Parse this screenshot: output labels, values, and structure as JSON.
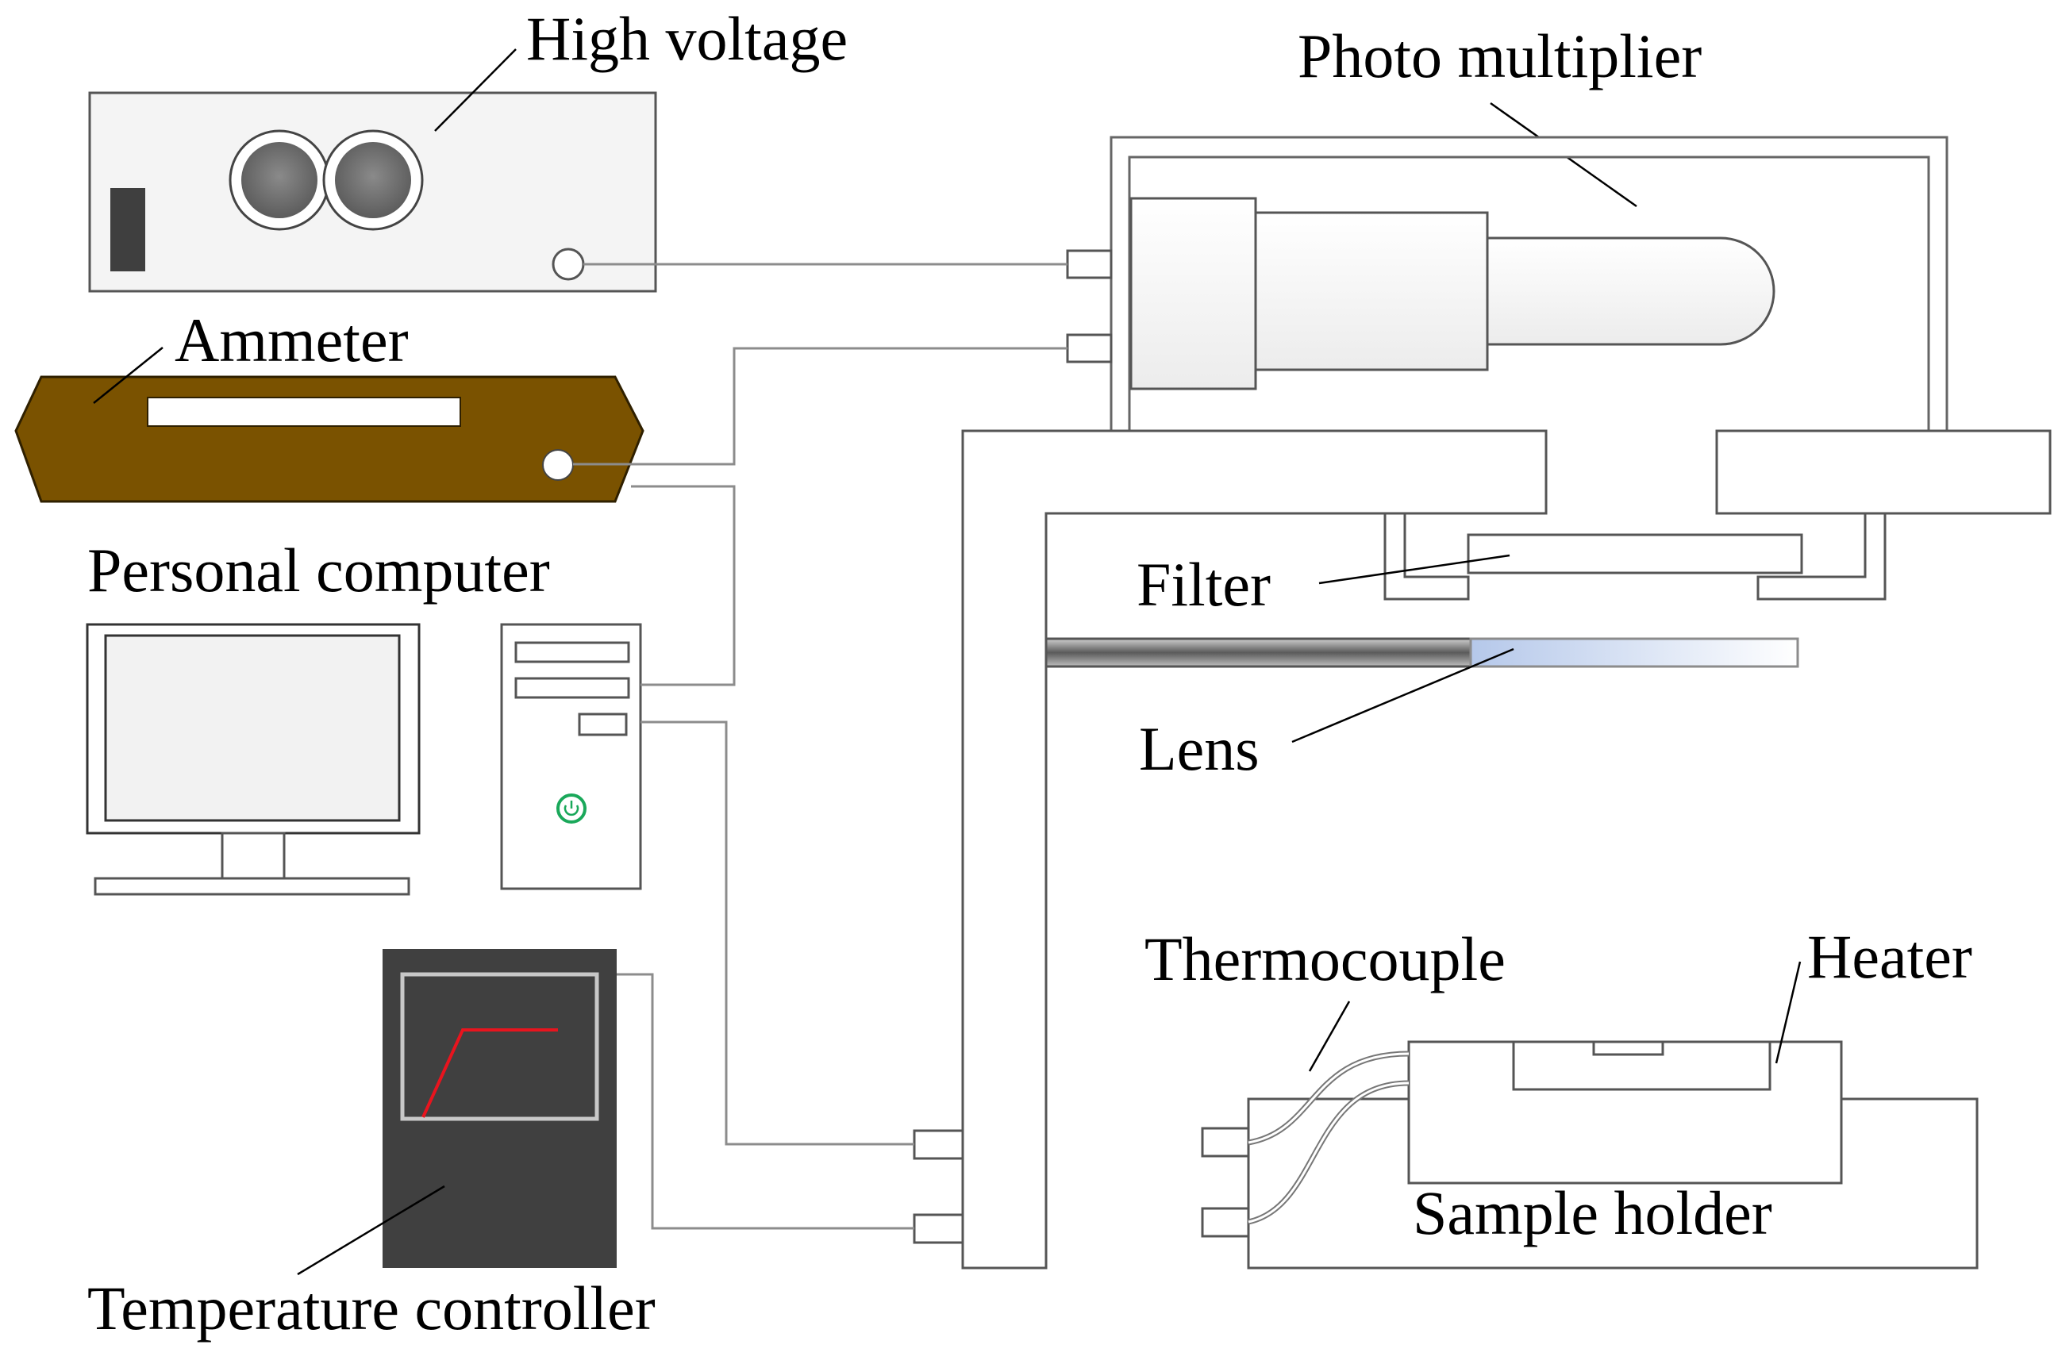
{
  "labels": {
    "high_voltage": "High voltage",
    "photo_multiplier": "Photo multiplier",
    "ammeter": "Ammeter",
    "personal_computer": "Personal computer",
    "filter": "Filter",
    "lens": "Lens",
    "thermocouple": "Thermocouple",
    "heater": "Heater",
    "sample_holder": "Sample holder",
    "temperature_controller": "Temperature controller"
  },
  "colors": {
    "ammeter_body": "#7a5200",
    "controller_body": "#404040",
    "controller_trace": "#e8141e",
    "power_button": "#1aa85a",
    "lens_tint": "#c6d6ee"
  },
  "icons": {
    "power_button": "power-icon",
    "controller_screen": "temperature-ramp-graph"
  }
}
